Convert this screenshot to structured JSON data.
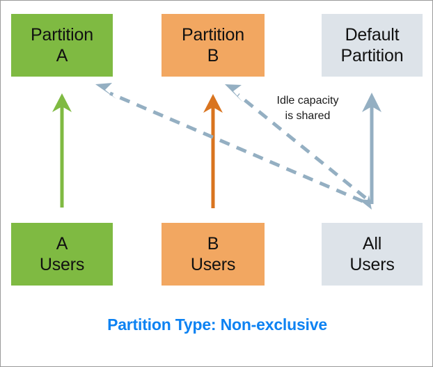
{
  "diagram": {
    "title_caption": "Partition Type: Non-exclusive",
    "caption_color": "#0d82f2",
    "background": "#ffffff",
    "border_color": "#9a9a9a"
  },
  "partitions": [
    {
      "id": "partition-a",
      "label": "Partition\nA",
      "color": "#7fba42"
    },
    {
      "id": "partition-b",
      "label": "Partition\nB",
      "color": "#f2a761"
    },
    {
      "id": "default-partition",
      "label": "Default\nPartition",
      "color": "#dde3e9"
    }
  ],
  "user_groups": [
    {
      "id": "a-users",
      "label": "A\nUsers",
      "color": "#7fba42"
    },
    {
      "id": "b-users",
      "label": "B\nUsers",
      "color": "#f2a761"
    },
    {
      "id": "all-users",
      "label": "All\nUsers",
      "color": "#dde3e9"
    }
  ],
  "annotations": {
    "idle_capacity": "Idle capacity\nis shared"
  },
  "connectors": [
    {
      "id": "a-users-to-partition-a",
      "style": "solid",
      "color": "#7fba42",
      "from": "a-users",
      "to": "partition-a"
    },
    {
      "id": "b-users-to-partition-b",
      "style": "solid",
      "color": "#d9741f",
      "from": "b-users",
      "to": "partition-b"
    },
    {
      "id": "all-users-to-default-partition",
      "style": "solid",
      "color": "#94afc2",
      "from": "all-users",
      "to": "default-partition"
    },
    {
      "id": "default-partition-shares-to-partition-a",
      "style": "dashed",
      "color": "#94afc2",
      "from": "all-users",
      "to": "partition-a"
    },
    {
      "id": "default-partition-shares-to-partition-b",
      "style": "dashed",
      "color": "#94afc2",
      "from": "all-users",
      "to": "partition-b"
    }
  ]
}
